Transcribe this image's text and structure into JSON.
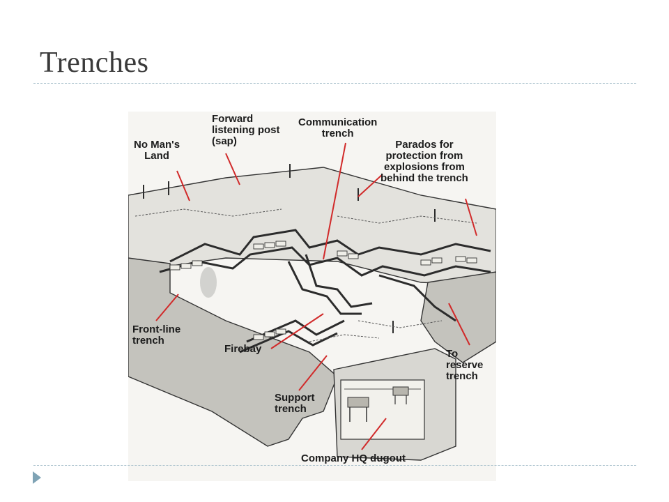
{
  "slide": {
    "title": "Trenches"
  },
  "diagram": {
    "labels": {
      "no_mans_land": "No Man's\nLand",
      "forward_listening_post": "Forward\nlistening post\n(sap)",
      "communication_trench": "Communication\ntrench",
      "parados": "Parados for\nprotection from\nexplosions from\nbehind the trench",
      "front_line_trench": "Front-line\ntrench",
      "firebay": "Firebay",
      "to_reserve_trench": "To\nreserve\ntrench",
      "support_trench": "Support\ntrench",
      "company_hq_dugout": "Company HQ dugout"
    },
    "pointer_color": "#d12a2a"
  }
}
